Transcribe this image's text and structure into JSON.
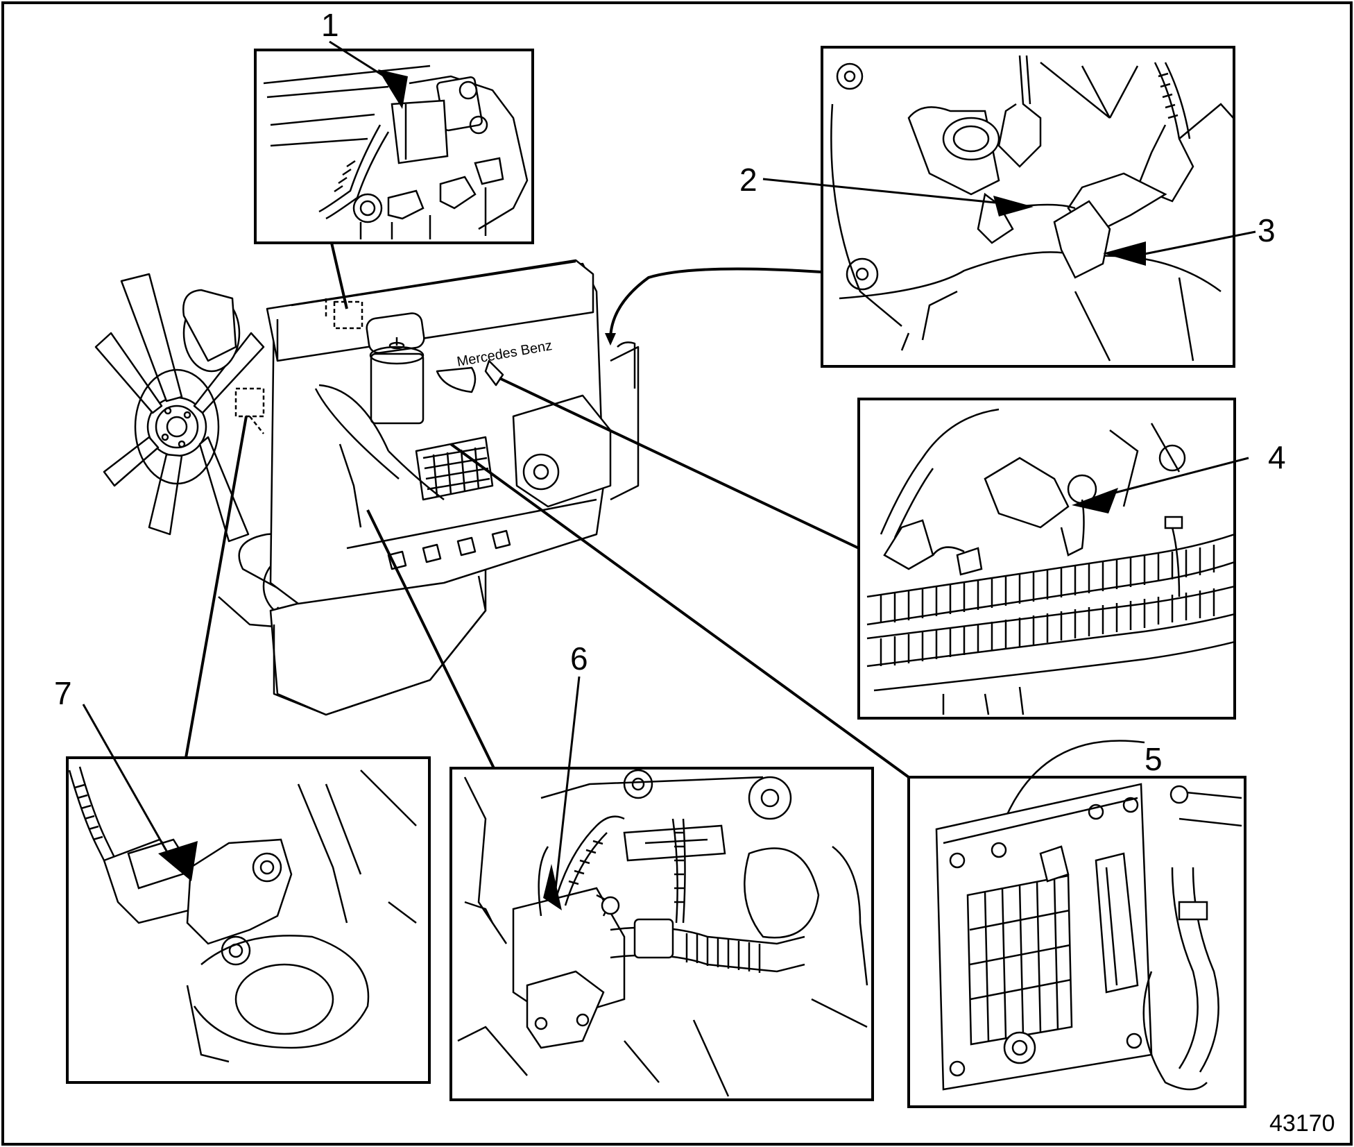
{
  "figure": {
    "number": "43170",
    "engine_brand_text": "Mercedes Benz"
  },
  "callouts": [
    {
      "id": "1",
      "label": "1"
    },
    {
      "id": "2",
      "label": "2"
    },
    {
      "id": "3",
      "label": "3"
    },
    {
      "id": "4",
      "label": "4"
    },
    {
      "id": "5",
      "label": "5"
    },
    {
      "id": "6",
      "label": "6"
    },
    {
      "id": "7",
      "label": "7"
    }
  ],
  "colors": {
    "line": "#000000",
    "background": "#ffffff"
  }
}
